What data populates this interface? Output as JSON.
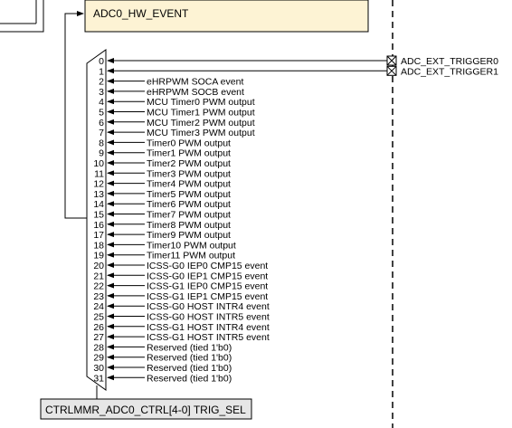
{
  "event_box": {
    "label": "ADC0_HW_EVENT",
    "fill": "#fdf3d4"
  },
  "select_box": {
    "label": "CTRLMMR_ADC0_CTRL[4-0] TRIG_SEL",
    "fill": "#e6e6e6"
  },
  "external_triggers": [
    "ADC_EXT_TRIGGER0",
    "ADC_EXT_TRIGGER1"
  ],
  "inputs": [
    {
      "num": "0",
      "label": ""
    },
    {
      "num": "1",
      "label": ""
    },
    {
      "num": "2",
      "label": "eHRPWM SOCA event"
    },
    {
      "num": "3",
      "label": "eHRPWM SOCB event"
    },
    {
      "num": "4",
      "label": "MCU Timer0 PWM output"
    },
    {
      "num": "5",
      "label": "MCU Timer1 PWM output"
    },
    {
      "num": "6",
      "label": "MCU Timer2 PWM output"
    },
    {
      "num": "7",
      "label": "MCU Timer3 PWM output"
    },
    {
      "num": "8",
      "label": "Timer0 PWM output"
    },
    {
      "num": "9",
      "label": "Timer1 PWM output"
    },
    {
      "num": "10",
      "label": "Timer2 PWM output"
    },
    {
      "num": "11",
      "label": "Timer3 PWM output"
    },
    {
      "num": "12",
      "label": "Timer4 PWM output"
    },
    {
      "num": "13",
      "label": "Timer5 PWM output"
    },
    {
      "num": "14",
      "label": "Timer6 PWM output"
    },
    {
      "num": "15",
      "label": "Timer7 PWM output"
    },
    {
      "num": "16",
      "label": "Timer8 PWM output"
    },
    {
      "num": "17",
      "label": "Timer9 PWM output"
    },
    {
      "num": "18",
      "label": "Timer10 PWM output"
    },
    {
      "num": "19",
      "label": "Timer11 PWM output"
    },
    {
      "num": "20",
      "label": "ICSS-G0 IEP0 CMP15 event"
    },
    {
      "num": "21",
      "label": "ICSS-G0 IEP1 CMP15 event"
    },
    {
      "num": "22",
      "label": "ICSS-G1 IEP0 CMP15 event"
    },
    {
      "num": "23",
      "label": "ICSS-G1 IEP1 CMP15 event"
    },
    {
      "num": "24",
      "label": "ICSS-G0 HOST INTR4 event"
    },
    {
      "num": "25",
      "label": "ICSS-G0 HOST INTR5 event"
    },
    {
      "num": "26",
      "label": "ICSS-G1 HOST INTR4 event"
    },
    {
      "num": "27",
      "label": "ICSS-G1 HOST INTR5 event"
    },
    {
      "num": "28",
      "label": "Reserved (tied 1'b0)"
    },
    {
      "num": "29",
      "label": "Reserved (tied 1'b0)"
    },
    {
      "num": "30",
      "label": "Reserved (tied 1'b0)"
    },
    {
      "num": "31",
      "label": "Reserved (tied 1'b0)"
    }
  ]
}
